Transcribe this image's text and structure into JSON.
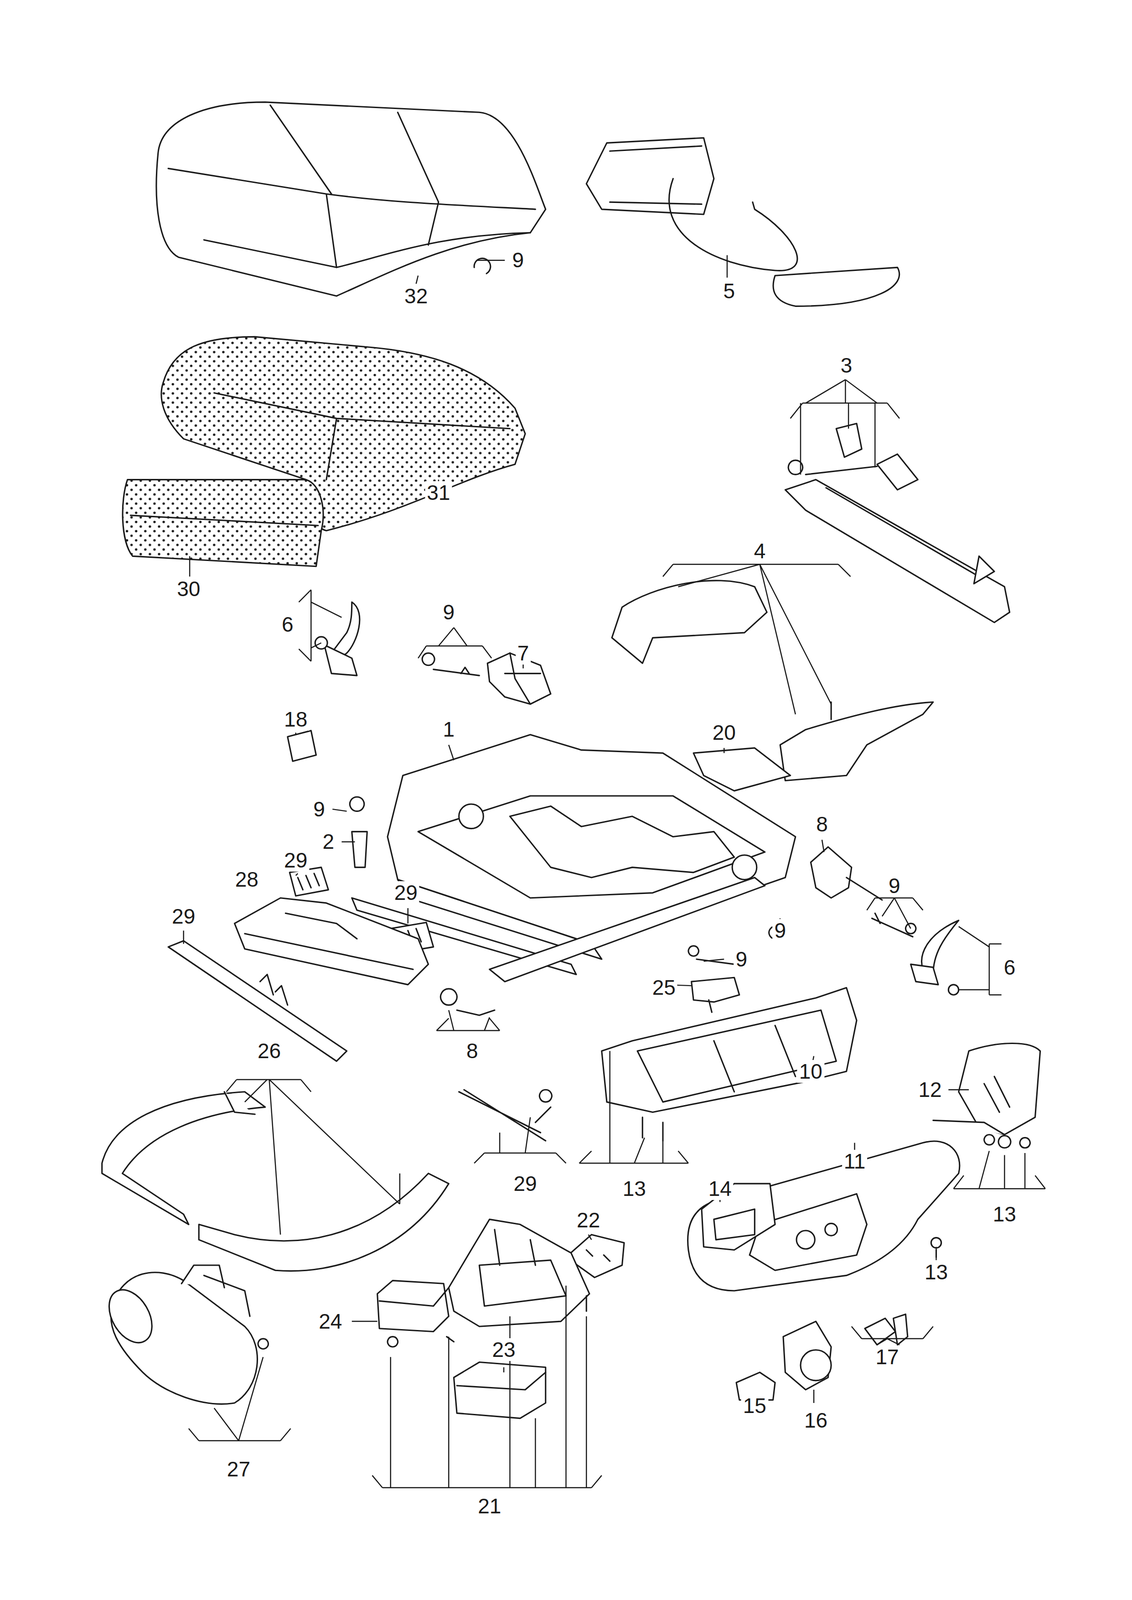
{
  "diagram": {
    "labels": [
      "9",
      "32",
      "5",
      "3",
      "4",
      "31",
      "30",
      "6",
      "9",
      "7",
      "18",
      "1",
      "20",
      "9",
      "2",
      "8",
      "29",
      "28",
      "29",
      "9",
      "29",
      "9",
      "9",
      "6",
      "25",
      "8",
      "10",
      "26",
      "12",
      "29",
      "11",
      "13",
      "14",
      "13",
      "22",
      "13",
      "24",
      "23",
      "17",
      "15",
      "16",
      "27",
      "21"
    ]
  }
}
